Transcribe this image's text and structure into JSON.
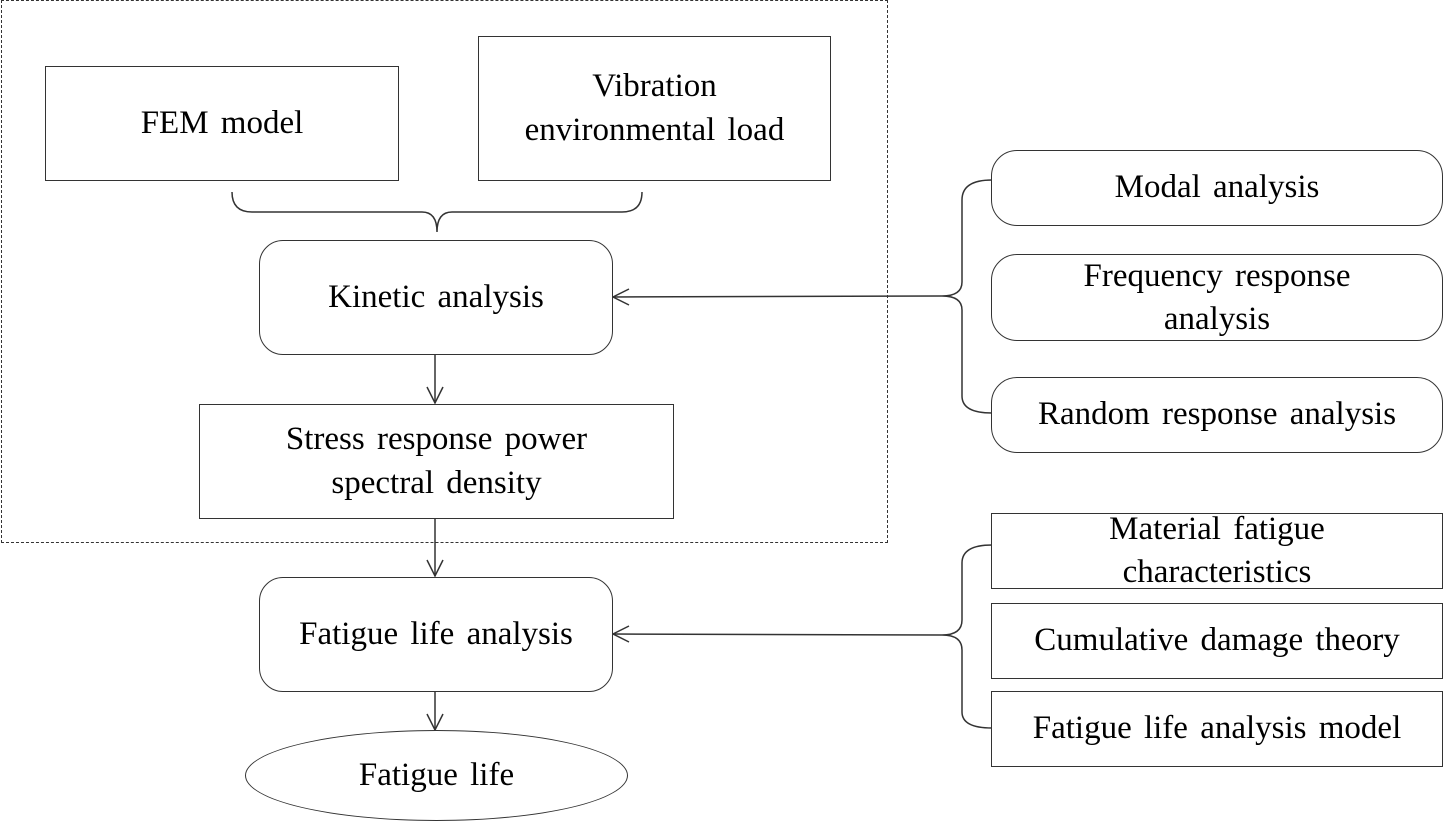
{
  "nodes": {
    "fem_model": "FEM model",
    "vibration_line1": "Vibration",
    "vibration_line2": "environmental  load",
    "kinetic": "Kinetic analysis",
    "stress_line1": "Stress response power",
    "stress_line2": "spectral density",
    "fatigue_analysis": "Fatigue  life analysis",
    "fatigue_life": "Fatigue  life"
  },
  "kinetic_inputs": {
    "modal": "Modal analysis",
    "frequency_line1": "Frequency  response",
    "frequency_line2": "analysis",
    "random": "Random response analysis"
  },
  "fatigue_inputs": {
    "material_line1": "Material fatigue",
    "material_line2": "characteristics",
    "cumulative": "Cumulative  damage  theory",
    "model": "Fatigue  life analysis  model"
  },
  "colors": {
    "stroke": "#333333",
    "text": "#000000",
    "background": "#ffffff"
  }
}
